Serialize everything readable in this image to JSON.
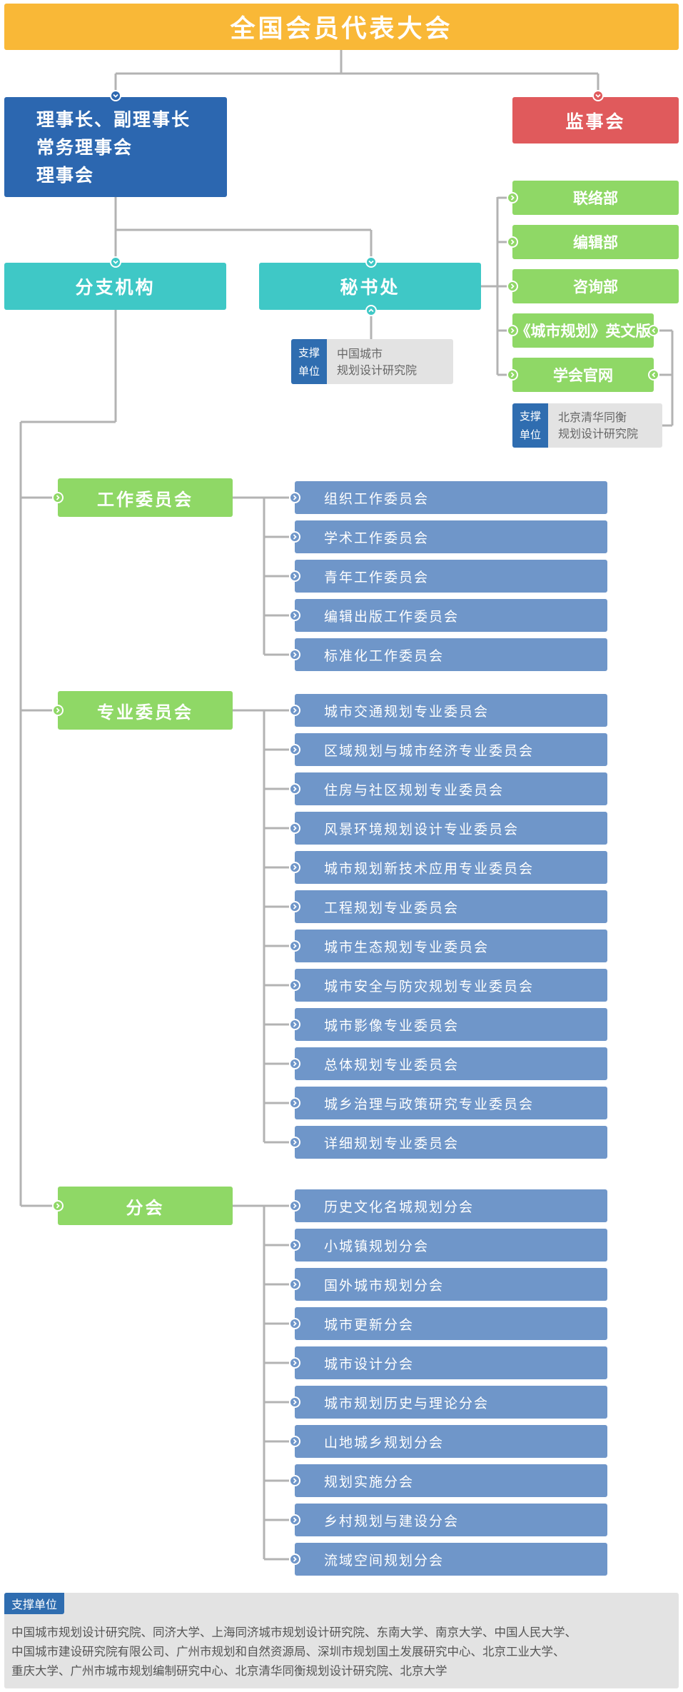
{
  "title": "全国会员代表大会",
  "leadership": {
    "line1": "理事长、副理事长",
    "line2": "常务理事会",
    "line3": "理事会"
  },
  "supervisory": "监事会",
  "branch_org": "分支机构",
  "secretariat": "秘书处",
  "secretariat_support": {
    "tag_line1": "支撑",
    "tag_line2": "单位",
    "line1": "中国城市",
    "line2": "规划设计研究院"
  },
  "departments": [
    "联络部",
    "编辑部",
    "咨询部",
    "《城市规划》英文版",
    "学会官网"
  ],
  "dept_support": {
    "tag_line1": "支撑",
    "tag_line2": "单位",
    "line1": "北京清华同衡",
    "line2": "规划设计研究院"
  },
  "groups": [
    {
      "name": "工作委员会",
      "items": [
        "组织工作委员会",
        "学术工作委员会",
        "青年工作委员会",
        "编辑出版工作委员会",
        "标准化工作委员会"
      ]
    },
    {
      "name": "专业委员会",
      "items": [
        "城市交通规划专业委员会",
        "区域规划与城市经济专业委员会",
        "住房与社区规划专业委员会",
        "风景环境规划设计专业委员会",
        "城市规划新技术应用专业委员会",
        "工程规划专业委员会",
        "城市生态规划专业委员会",
        "城市安全与防灾规划专业委员会",
        "城市影像专业委员会",
        "总体规划专业委员会",
        "城乡治理与政策研究专业委员会",
        "详细规划专业委员会"
      ]
    },
    {
      "name": "分会",
      "items": [
        "历史文化名城规划分会",
        "小城镇规划分会",
        "国外城市规划分会",
        "城市更新分会",
        "城市设计分会",
        "城市规划历史与理论分会",
        "山地城乡规划分会",
        "规划实施分会",
        "乡村规划与建设分会",
        "流域空间规划分会"
      ]
    }
  ],
  "footer": {
    "tag": "支撑单位",
    "line1": "中国城市规划设计研究院、同济大学、上海同济城市规划设计研究院、东南大学、南京大学、中国人民大学、",
    "line2": "中国城市建设研究院有限公司、广州市规划和自然资源局、深圳市规划国土发展研究中心、北京工业大学、",
    "line3": "重庆大学、广州市城市规划编制研究中心、北京清华同衡规划设计研究院、北京大学"
  },
  "colors": {
    "title": "#f9b837",
    "leadership": "#2c67b0",
    "supervisory": "#e05a5c",
    "teal": "#3fc8c6",
    "green": "#8fd866",
    "item": "#6f96c9",
    "line": "#b3b3b3",
    "support_tag": "#2f6db0"
  },
  "icons": {
    "connector": "circle-chevron-icon"
  }
}
